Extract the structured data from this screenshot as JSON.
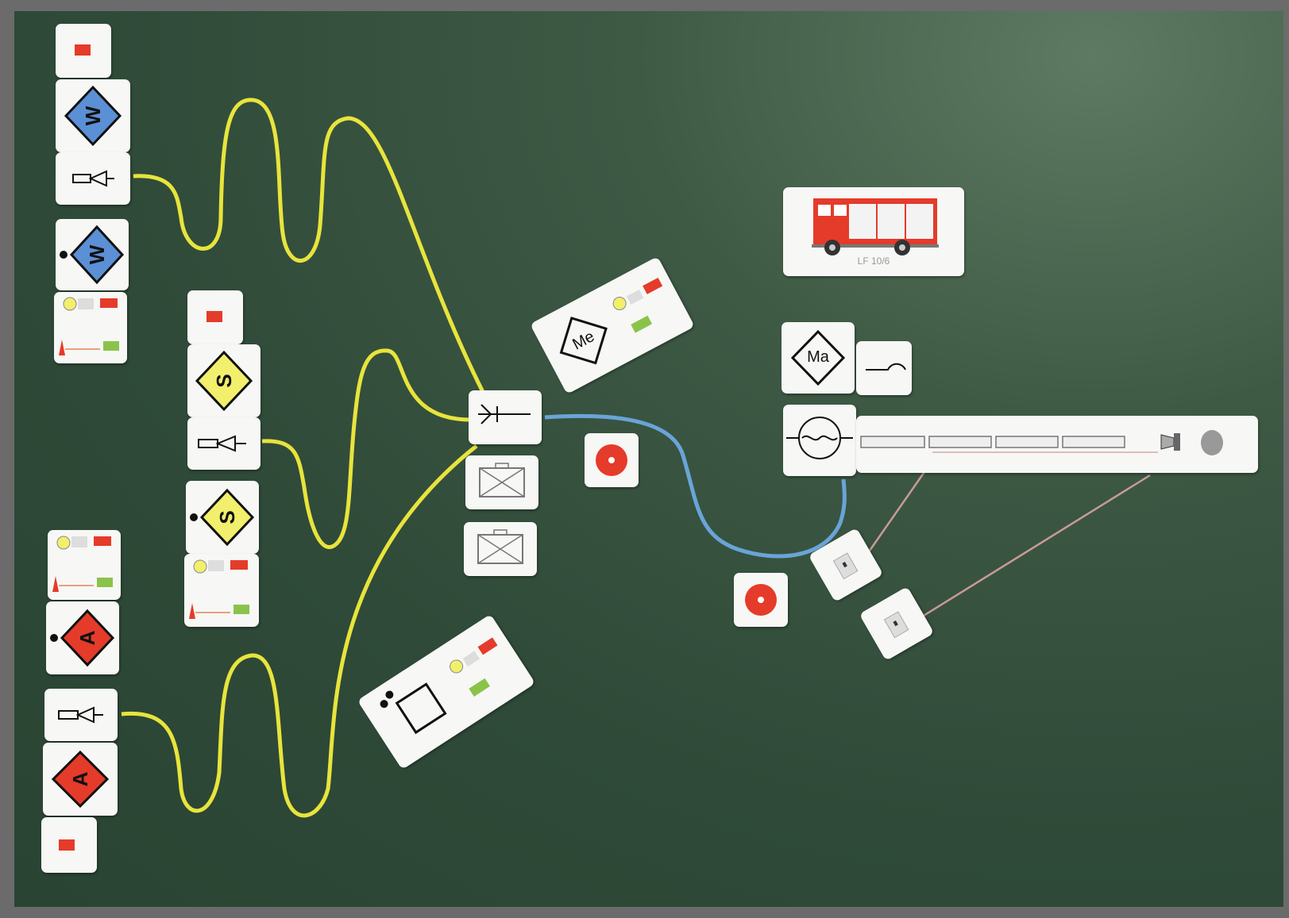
{
  "board": {
    "colors": {
      "chalkboard": "#2f4a38",
      "frame": "#6b6b6b",
      "yellow_hose": "#e8e43c",
      "blue_hose": "#6aa4d8",
      "pink_line": "#c99a96",
      "water_blue": "#5b8fd6",
      "sign_yellow": "#f2ef6c",
      "fire_red": "#e53b2a"
    }
  },
  "labels": {
    "w_top": "W",
    "w_second": "W",
    "s_top": "S",
    "s_second": "S",
    "a_top": "A",
    "a_second": "A",
    "me": "Me",
    "ma": "Ma",
    "truck": "LF 10/6"
  },
  "icons": [
    "fire-truck-icon",
    "nozzle-icon",
    "distributor-icon",
    "pump-icon",
    "hose-coupling-icon",
    "toolbox-icon",
    "reel-icon",
    "radio-icon"
  ]
}
